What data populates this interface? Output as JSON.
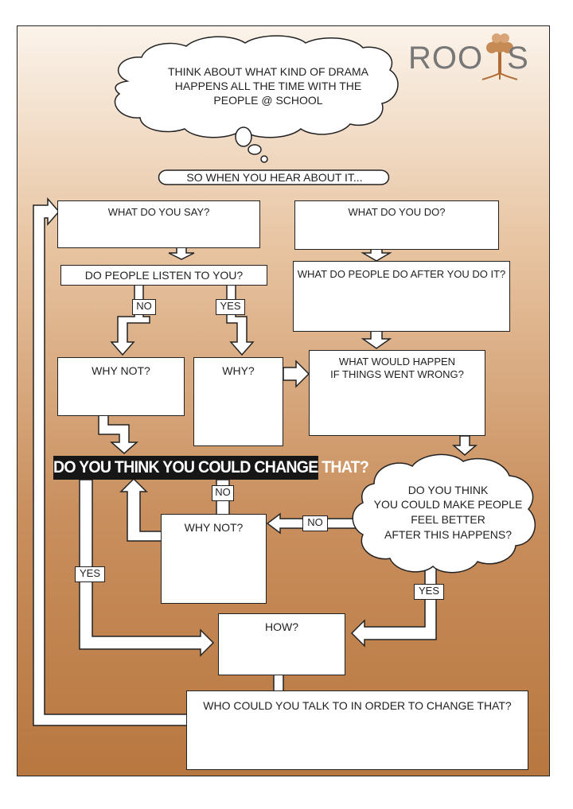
{
  "logo": {
    "text": "ROOTS",
    "left_text": "ROO",
    "right_text": "S",
    "tree_color": "#b06a33",
    "text_color": "#777777"
  },
  "colors": {
    "background_top": "#fbf3ea",
    "background_bottom": "#b8773f",
    "box_fill": "#ffffff",
    "outline": "#222222",
    "headline_bg": "#161616"
  },
  "thought_cloud": {
    "line1": "THINK ABOUT WHAT KIND OF DRAMA",
    "line2": "HAPPENS ALL THE TIME WITH THE",
    "line3": "PEOPLE @ SCHOOL"
  },
  "prompt": "SO WHEN YOU HEAR ABOUT IT...",
  "boxes": {
    "say": "WHAT DO YOU SAY?",
    "do": "WHAT DO YOU DO?",
    "listen": "DO PEOPLE LISTEN TO YOU?",
    "after": "WHAT DO PEOPLE DO AFTER YOU DO IT?",
    "why_not_1": "WHY NOT?",
    "why": "WHY?",
    "wrong_line1": "WHAT WOULD HAPPEN",
    "wrong_line2": "IF THINGS WENT WRONG?",
    "why_not_2": "WHY NOT?",
    "how": "HOW?",
    "talk": "WHO COULD YOU TALK TO IN ORDER TO CHANGE THAT?"
  },
  "headline": "DO YOU THINK YOU COULD CHANGE THAT?",
  "decision_cloud": {
    "line1": "DO YOU THINK",
    "line2": "YOU COULD MAKE PEOPLE",
    "line3": "FEEL BETTER",
    "line4": "AFTER THIS HAPPENS?"
  },
  "tags": {
    "no_listen": "NO",
    "yes_listen": "YES",
    "no_change": "NO",
    "no_better": "NO",
    "yes_change": "YES",
    "yes_better": "YES"
  }
}
